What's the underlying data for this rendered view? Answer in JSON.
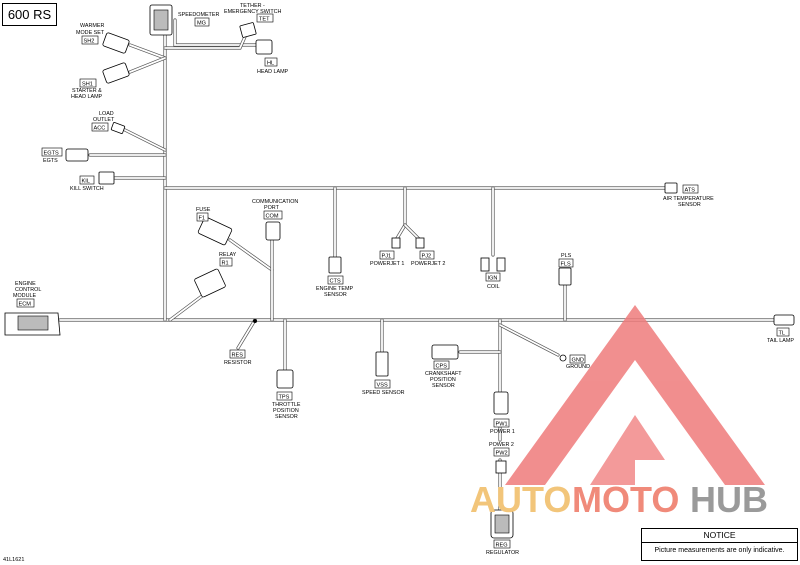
{
  "model": "600 RS",
  "document_code": "41L1621",
  "notice": {
    "title": "NOTICE",
    "text": "Picture measurements are only indicative."
  },
  "watermark": {
    "part1": "AUTO",
    "part2": "MOTO",
    "part3": "HUB",
    "colors": {
      "auto": "#f2c57a",
      "moto": "#f08a7a",
      "hub": "#9a9a9a",
      "logo": "#ef7b7b"
    }
  },
  "components": {
    "speedometer": {
      "code": "MG",
      "name": "SPEEDOMETER"
    },
    "tether": {
      "code": "TET",
      "name_line1": "TETHER -",
      "name_line2": "EMERGENCY SWITCH"
    },
    "warmer": {
      "code": "SH2",
      "name_line1": "WARMER",
      "name_line2": "MODE SET"
    },
    "headlamp": {
      "code": "HL",
      "name": "HEAD LAMP"
    },
    "starter": {
      "code": "SH1",
      "name_line1": "STARTER &",
      "name_line2": "HEAD LAMP"
    },
    "load_outlet": {
      "code": "ACC",
      "name_line1": "LOAD",
      "name_line2": "OUTLET"
    },
    "egts": {
      "code": "EGTS",
      "name": "EGTS"
    },
    "kill": {
      "code": "KIL",
      "name": "KILL SWITCH"
    },
    "ats": {
      "code": "ATS",
      "name_line1": "AIR TEMPERATURE",
      "name_line2": "SENSOR"
    },
    "fuse": {
      "code": "F1",
      "name": "FUSE"
    },
    "com": {
      "code": "COM",
      "name_line1": "COMMUNICATION",
      "name_line2": "PORT"
    },
    "relay": {
      "code": "R1",
      "name": "RELAY"
    },
    "cts": {
      "code": "CTS",
      "name_line1": "ENGINE TEMP",
      "name_line2": "SENSOR"
    },
    "pj1": {
      "code": "PJ1",
      "name": "POWERJET 1"
    },
    "pj2": {
      "code": "PJ2",
      "name": "POWERJET 2"
    },
    "ign": {
      "code": "IGN",
      "name": "COIL"
    },
    "fls": {
      "code": "FLS",
      "name": "PLS"
    },
    "ecm": {
      "code": "ECM",
      "name_line1": "ENGINE",
      "name_line2": "CONTROL",
      "name_line3": "MODULE"
    },
    "tl": {
      "code": "TL",
      "name": "TAIL LAMP"
    },
    "res": {
      "code": "RES",
      "name": "RESISTOR"
    },
    "tps": {
      "code": "TPS",
      "name_line1": "THROTTLE",
      "name_line2": "POSITION",
      "name_line3": "SENSOR"
    },
    "vss": {
      "code": "VSS",
      "name": "SPEED SENSOR"
    },
    "cps": {
      "code": "CPS",
      "name_line1": "CRANKSHAFT",
      "name_line2": "POSITION",
      "name_line3": "SENSOR"
    },
    "gnd": {
      "code": "GND",
      "name": "GROUND"
    },
    "pw1": {
      "code": "PW1",
      "name": "POWER 1"
    },
    "pw2": {
      "code": "PW2",
      "name": "POWER 2"
    },
    "reg": {
      "code": "REG",
      "name": "REGULATOR"
    }
  }
}
